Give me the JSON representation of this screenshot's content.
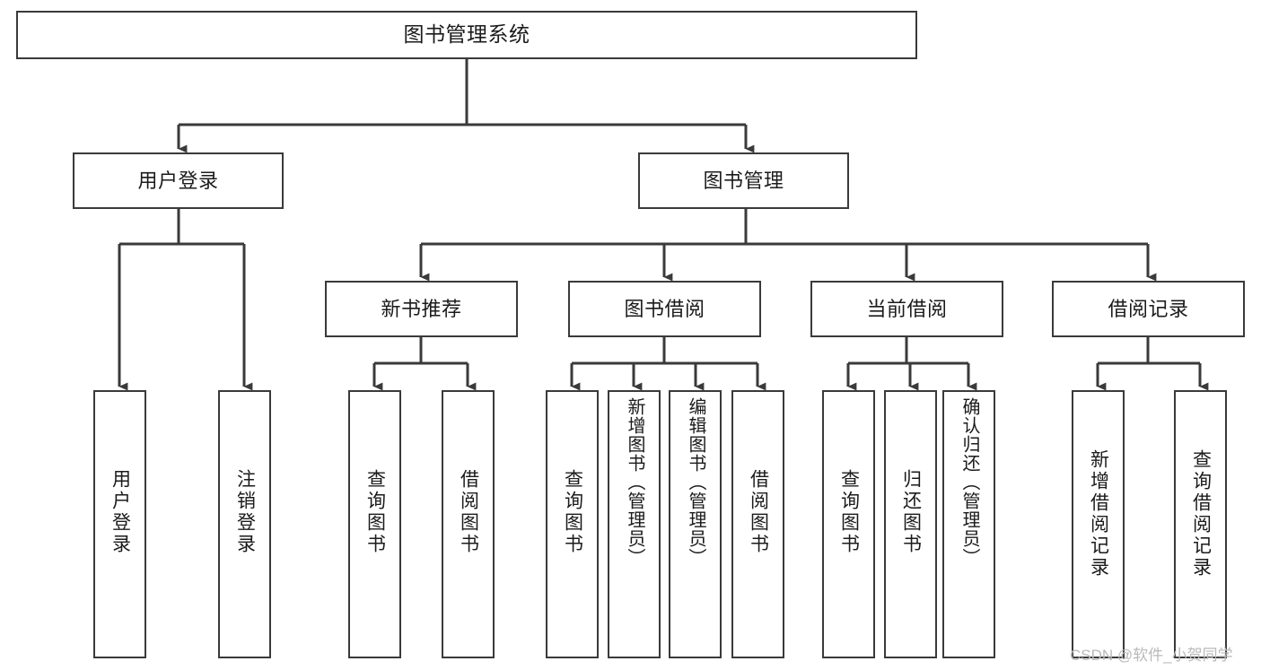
{
  "diagram": {
    "title": "图书管理系统",
    "type": "tree-hierarchy-diagram",
    "colors": {
      "box_border": "#3a3a3a",
      "box_fill": "#ffffff",
      "edge": "#3a3a3a",
      "text": "#1b1b1b",
      "watermark": "#b9b9b9",
      "background": "#ffffff"
    },
    "root": {
      "label": "图书管理系统"
    },
    "level2": [
      {
        "label": "用户登录"
      },
      {
        "label": "图书管理"
      }
    ],
    "level3": [
      {
        "label": "新书推荐"
      },
      {
        "label": "图书借阅"
      },
      {
        "label": "当前借阅"
      },
      {
        "label": "借阅记录"
      }
    ],
    "leaves": {
      "user_login": [
        {
          "label": "用户登录"
        },
        {
          "label": "注销登录"
        }
      ],
      "new_book_recommend": [
        {
          "label": "查询图书"
        },
        {
          "label": "借阅图书"
        }
      ],
      "book_borrow": [
        {
          "label": "查询图书"
        },
        {
          "label": "新增图书（管理员）"
        },
        {
          "label": "编辑图书（管理员）"
        },
        {
          "label": "借阅图书"
        }
      ],
      "current_borrow": [
        {
          "label": "查询图书"
        },
        {
          "label": "归还图书"
        },
        {
          "label": "确认归还（管理员）"
        }
      ],
      "borrow_record": [
        {
          "label": "新增借阅记录"
        },
        {
          "label": "查询借阅记录"
        }
      ]
    },
    "watermark": "CSDN @软件_小贺同学"
  }
}
